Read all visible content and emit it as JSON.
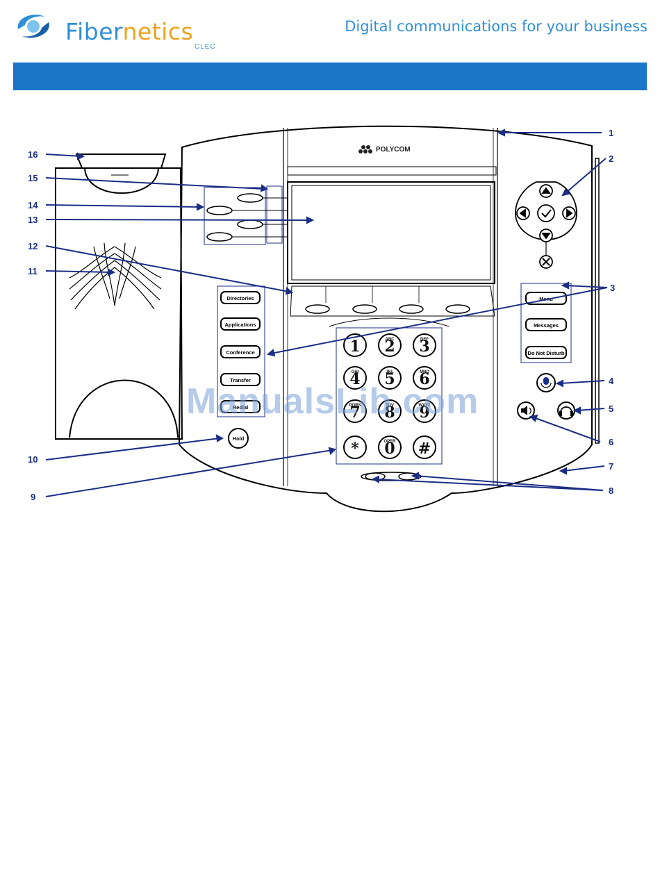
{
  "header": {
    "brand_part1": "Fiber",
    "brand_part2": "netics",
    "brand_sub": "CLEC",
    "tagline": "Digital communications for your business"
  },
  "phone": {
    "brand": "POLYCOM",
    "keys": {
      "directories": "Directories",
      "applications": "Applications",
      "conference": "Conference",
      "transfer": "Transfer",
      "redial": "Redial",
      "hold": "Hold",
      "menu": "Menu",
      "messages": "Messages",
      "do_not_disturb": "Do Not Disturb"
    },
    "dialpad": [
      {
        "digit": "1",
        "letters": ""
      },
      {
        "digit": "2",
        "letters": "ABC"
      },
      {
        "digit": "3",
        "letters": "DEF"
      },
      {
        "digit": "4",
        "letters": "GHI"
      },
      {
        "digit": "5",
        "letters": "JKL"
      },
      {
        "digit": "6",
        "letters": "MNO"
      },
      {
        "digit": "7",
        "letters": "PQRS"
      },
      {
        "digit": "8",
        "letters": "TUV"
      },
      {
        "digit": "9",
        "letters": "WXYZ"
      },
      {
        "digit": "*",
        "letters": ""
      },
      {
        "digit": "0",
        "letters": "OPER"
      },
      {
        "digit": "#",
        "letters": ""
      }
    ]
  },
  "callouts": [
    "1",
    "2",
    "3",
    "4",
    "5",
    "6",
    "7",
    "8",
    "9",
    "10",
    "11",
    "12",
    "13",
    "14",
    "15",
    "16"
  ],
  "watermark": "ManualsLib.com",
  "colors": {
    "brand_blue": "#2f8fd8",
    "brand_orange": "#f0a21b",
    "bar_blue": "#1a76c7",
    "callout_navy": "#1b2e86"
  }
}
